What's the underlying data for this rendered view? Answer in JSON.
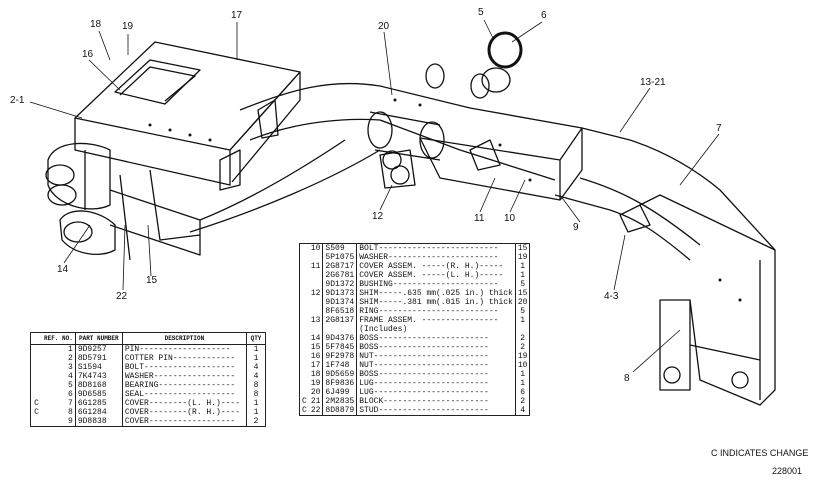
{
  "callouts": [
    {
      "text": "19"
    },
    {
      "text": "18"
    },
    {
      "text": "17"
    },
    {
      "text": "16"
    },
    {
      "text": "2-1"
    },
    {
      "text": "20"
    },
    {
      "text": "5"
    },
    {
      "text": "6"
    },
    {
      "text": "13-21"
    },
    {
      "text": "7"
    },
    {
      "text": "12"
    },
    {
      "text": "11"
    },
    {
      "text": "10"
    },
    {
      "text": "9"
    },
    {
      "text": "4-3"
    },
    {
      "text": "8"
    },
    {
      "text": "14"
    },
    {
      "text": "22"
    },
    {
      "text": "15"
    }
  ],
  "table_left": {
    "headers": {
      "ref": "REF. NO.",
      "part": "PART NUMBER",
      "desc": "DESCRIPTION",
      "qty": "QTY"
    },
    "rows": [
      {
        "mark": "",
        "ref": "1",
        "part": "9D9257",
        "desc": "PIN-------------------",
        "qty": "1"
      },
      {
        "mark": "",
        "ref": "2",
        "part": "8D5791",
        "desc": "COTTER PIN-------------",
        "qty": "1"
      },
      {
        "mark": "",
        "ref": "3",
        "part": "S1594",
        "desc": "BOLT-------------------",
        "qty": "4"
      },
      {
        "mark": "",
        "ref": "4",
        "part": "7K4743",
        "desc": "WASHER-----------------",
        "qty": "4"
      },
      {
        "mark": "",
        "ref": "5",
        "part": "8D8168",
        "desc": "BEARING----------------",
        "qty": "8"
      },
      {
        "mark": "",
        "ref": "6",
        "part": "9D6585",
        "desc": "SEAL-------------------",
        "qty": "8"
      },
      {
        "mark": "C",
        "ref": "7",
        "part": "6G1285",
        "desc": "COVER--------(L. H.)----",
        "qty": "1"
      },
      {
        "mark": "C",
        "ref": "8",
        "part": "6G1284",
        "desc": "COVER--------(R. H.)----",
        "qty": "1"
      },
      {
        "mark": "",
        "ref": "9",
        "part": "9D8838",
        "desc": "COVER------------------",
        "qty": "2"
      }
    ]
  },
  "table_right": {
    "rows": [
      {
        "mark": "",
        "ref": "10",
        "part": "S509",
        "desc": "BOLT-------------------------",
        "qty": "15"
      },
      {
        "mark": "",
        "ref": "",
        "part": "5P1075",
        "desc": "WASHER-----------------------",
        "qty": "19"
      },
      {
        "mark": "",
        "ref": "11",
        "part": "2G8717",
        "desc": "COVER ASSEM. -----(R. H.)-----",
        "qty": "1"
      },
      {
        "mark": "",
        "ref": "",
        "part": "2G6781",
        "desc": "COVER ASSEM. -----(L. H.)-----",
        "qty": "1"
      },
      {
        "mark": "",
        "ref": "",
        "part": "9D1372",
        "desc": "BUSHING----------------------",
        "qty": "5"
      },
      {
        "mark": "",
        "ref": "12",
        "part": "9D1373",
        "desc": "SHIM-----.635 mm(.025 in.) thick",
        "qty": "15"
      },
      {
        "mark": "",
        "ref": "",
        "part": "9D1374",
        "desc": "SHIM-----.381 mm(.015 in.) thick",
        "qty": "20"
      },
      {
        "mark": "",
        "ref": "",
        "part": "8F6518",
        "desc": "RING-------------------------",
        "qty": "5"
      },
      {
        "mark": "",
        "ref": "13",
        "part": "2G8137",
        "desc": "FRAME ASSEM. ----------------",
        "qty": "1"
      },
      {
        "mark": "",
        "ref": "",
        "part": "",
        "desc": "(Includes)",
        "qty": ""
      },
      {
        "mark": "",
        "ref": "14",
        "part": "9D4376",
        "desc": "BOSS-----------------------",
        "qty": "2"
      },
      {
        "mark": "",
        "ref": "15",
        "part": "5F7845",
        "desc": "BOSS-----------------------",
        "qty": "2"
      },
      {
        "mark": "",
        "ref": "16",
        "part": "9F2978",
        "desc": "NUT------------------------",
        "qty": "19"
      },
      {
        "mark": "",
        "ref": "17",
        "part": "1F748",
        "desc": "NUT------------------------",
        "qty": "10"
      },
      {
        "mark": "",
        "ref": "18",
        "part": "9D5659",
        "desc": "BOSS-----------------------",
        "qty": "1"
      },
      {
        "mark": "",
        "ref": "19",
        "part": "8F9836",
        "desc": "LUG------------------------",
        "qty": "1"
      },
      {
        "mark": "",
        "ref": "20",
        "part": "6J499",
        "desc": "LUG------------------------",
        "qty": "6"
      },
      {
        "mark": "C",
        "ref": "21",
        "part": "2M2835",
        "desc": "BLOCK----------------------",
        "qty": "2"
      },
      {
        "mark": "C",
        "ref": "22",
        "part": "8D8879",
        "desc": "STUD-----------------------",
        "qty": "4"
      }
    ]
  },
  "notes": {
    "change": "C INDICATES CHANGE",
    "figure_number": "228001"
  }
}
